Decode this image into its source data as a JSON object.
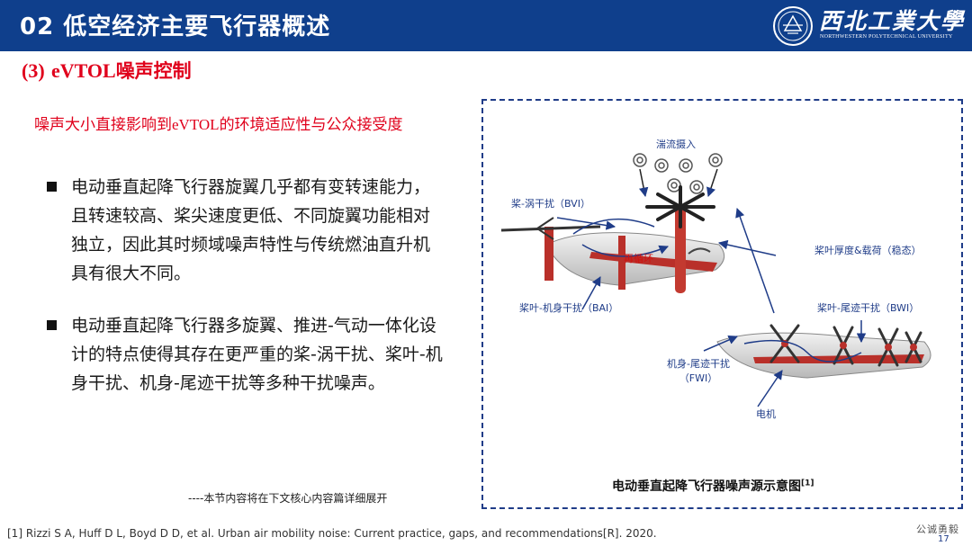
{
  "header": {
    "title": "02 低空经济主要飞行器概述",
    "logo_cn": "西北工業大學",
    "logo_en": "NORTHWESTERN POLYTECHNICAL UNIVERSITY",
    "background_color": "#0f3f8c",
    "logo_icon": "university-seal-icon"
  },
  "section": {
    "number": "(3)",
    "title_latin": "eVTOL",
    "title_cn": "噪声控制"
  },
  "subtitle": {
    "before": "噪声大小直接影响到",
    "latin": "eVTOL",
    "after": "的环境适应性与公众接受度"
  },
  "bullets": [
    {
      "text": "电动垂直起降飞行器旋翼几乎都有变转速能力，且转速较高、桨尖速度更低、不同旋翼功能相对独立，因此其时频域噪声特性与传统燃油直升机具有很大不同。"
    },
    {
      "text": "电动垂直起降飞行器多旋翼、推进-气动一体化设计的特点使得其存在更严重的桨-涡干扰、桨叶-机身干扰、机身-尾迹干扰等多种干扰噪声。"
    }
  ],
  "note": "----本节内容将在下文核心内容篇详细展开",
  "figure": {
    "labels": {
      "turbulence": "湍流摄入",
      "bvi": "桨-涡干扰（BVI）",
      "recirculation": "再循环",
      "thickness": "桨叶厚度&载荷（稳态）",
      "bai": "桨叶-机身干扰（BAI）",
      "bwi": "桨叶-尾迹干扰（BWI）",
      "fwi_1": "机身-尾迹干扰",
      "fwi_2": "（FWI）",
      "motor": "电机"
    },
    "caption": "电动垂直起降飞行器噪声源示意图",
    "caption_ref": "[1]"
  },
  "reference": "[1] Rizzi S A, Huff D L, Boyd D D, et al. Urban air mobility noise: Current practice, gaps, and recommendations[R]. 2020.",
  "footer": {
    "motto": "公诚勇毅",
    "page_number": "17"
  },
  "colors": {
    "accent_red": "#e0001b",
    "diagram_blue": "#1f3c88",
    "aircraft_red": "#b9302a"
  }
}
